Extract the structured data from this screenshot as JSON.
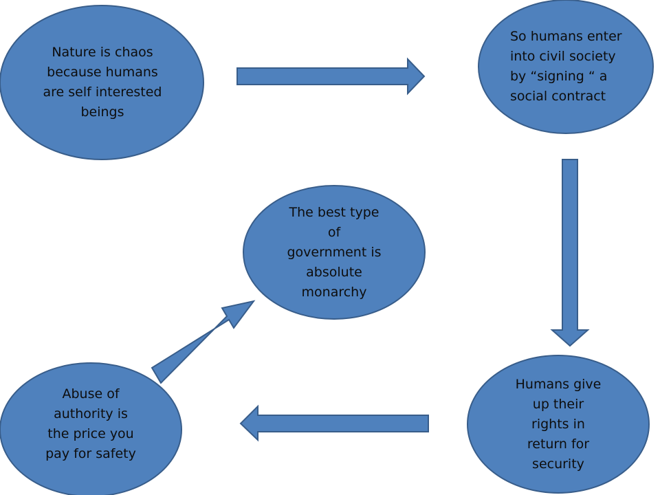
{
  "diagram": {
    "colors": {
      "fill": "#4f81bd",
      "stroke": "#385d8a",
      "text": "#0d0d0d",
      "background": "#ffffff"
    },
    "nodes": {
      "nature_chaos": [
        "Nature is chaos",
        "because humans",
        "are self interested",
        "beings"
      ],
      "social_contract": [
        "So humans enter",
        "into civil society",
        "by “signing “  a",
        "social contract"
      ],
      "give_up_rights": [
        "Humans give",
        "up their",
        "rights in",
        "return for",
        "security"
      ],
      "abuse_authority": [
        "Abuse of",
        "authority is",
        "the price you",
        "pay for safety"
      ],
      "absolute_monarchy": [
        "The best type",
        "of",
        "government is",
        "absolute",
        "monarchy"
      ]
    },
    "arrows": [
      {
        "from": "nature_chaos",
        "to": "social_contract"
      },
      {
        "from": "social_contract",
        "to": "give_up_rights"
      },
      {
        "from": "give_up_rights",
        "to": "abuse_authority"
      },
      {
        "from": "abuse_authority",
        "to": "absolute_monarchy"
      }
    ]
  }
}
